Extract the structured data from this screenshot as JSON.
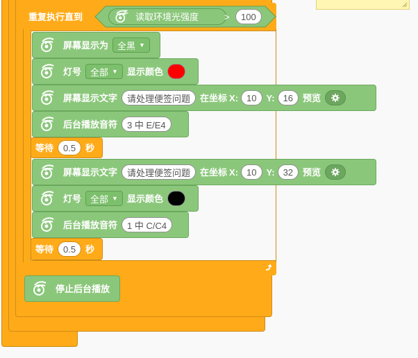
{
  "repeat_until": {
    "label": "重复执行直到",
    "sensor_label": "读取环境光强度",
    "operator": ">",
    "threshold": "100"
  },
  "blocks": [
    {
      "label": "屏幕显示为",
      "value": "全黑"
    },
    {
      "label": "灯号",
      "value": "全部",
      "label2": "显示颜色",
      "color": "#ff0000"
    },
    {
      "label": "屏幕显示文字",
      "text": "请处理便签问题",
      "at": "在坐标",
      "xl": "X:",
      "x": "10",
      "yl": "Y:",
      "y": "16",
      "preview": "预览"
    },
    {
      "label": "后台播放音符",
      "value": "3 中 E/E4"
    },
    {
      "label": "等待",
      "value": "0.5",
      "unit": "秒"
    },
    {
      "label": "屏幕显示文字",
      "text": "请处理便签问题",
      "at": "在坐标",
      "xl": "X:",
      "x": "10",
      "yl": "Y:",
      "y": "32",
      "preview": "预览"
    },
    {
      "label": "灯号",
      "value": "全部",
      "label2": "显示颜色",
      "color": "#000000"
    },
    {
      "label": "后台播放音符",
      "value": "1 中 C/C4"
    },
    {
      "label": "等待",
      "value": "0.5",
      "unit": "秒"
    }
  ],
  "loop_end_icon": "loop-arrow-icon",
  "stop_playback": {
    "label": "停止后台播放"
  },
  "sticky_note": {
    "color": "#fff6b3",
    "border": "#e0d27a"
  },
  "colors": {
    "control": "#ffab19",
    "control_border": "#cf8b17",
    "extension": "#8bc77b"
  },
  "icons": {
    "extension": "light-sensor-icon",
    "dropdown": "caret-down-icon",
    "preview": "gear-icon"
  }
}
